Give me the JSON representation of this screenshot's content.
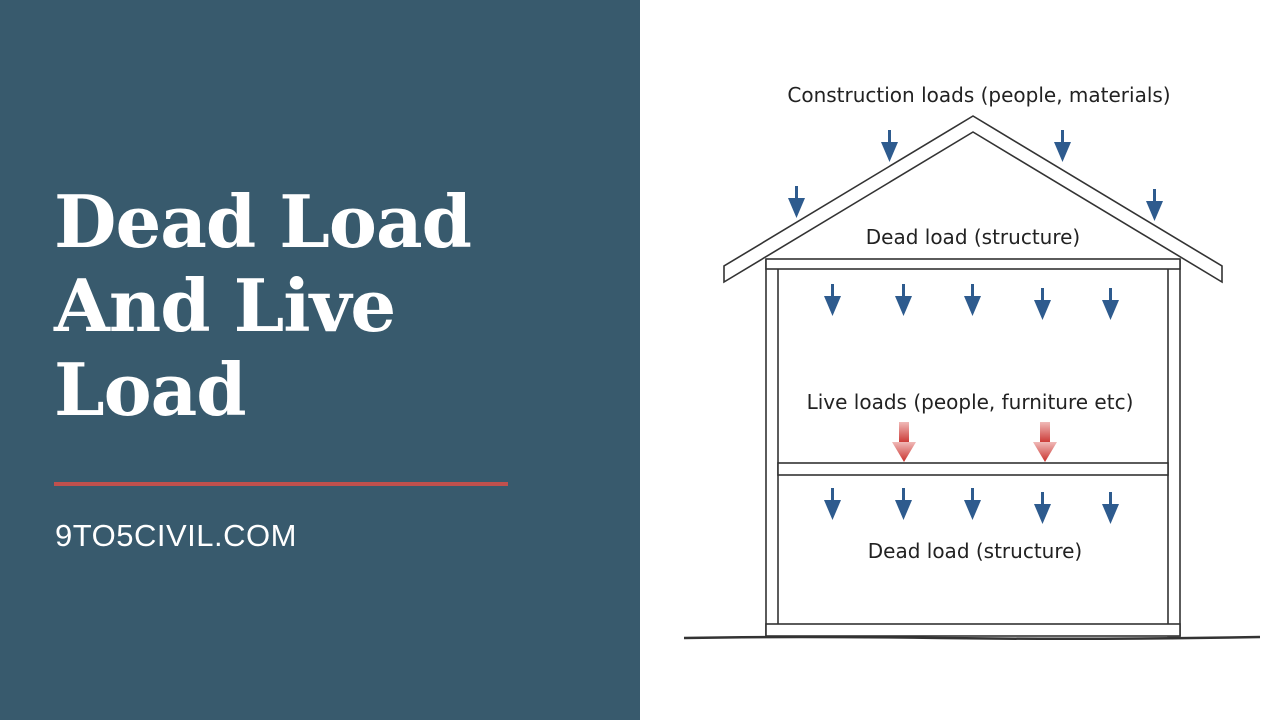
{
  "title_lines": [
    "Dead Load",
    "And Live",
    "Load"
  ],
  "site": "9TO5CIVIL.COM",
  "colors": {
    "panel": "#385a6d",
    "accent": "#c0504d",
    "load_arrow": "#2e5b8e",
    "live_arrow": "#c9302c"
  },
  "diagram": {
    "label_construction": "Construction loads (people, materials)",
    "label_dead_roof": "Dead load (structure)",
    "label_live": "Live loads (people, furniture etc)",
    "label_dead_bottom": "Dead load (structure)"
  }
}
